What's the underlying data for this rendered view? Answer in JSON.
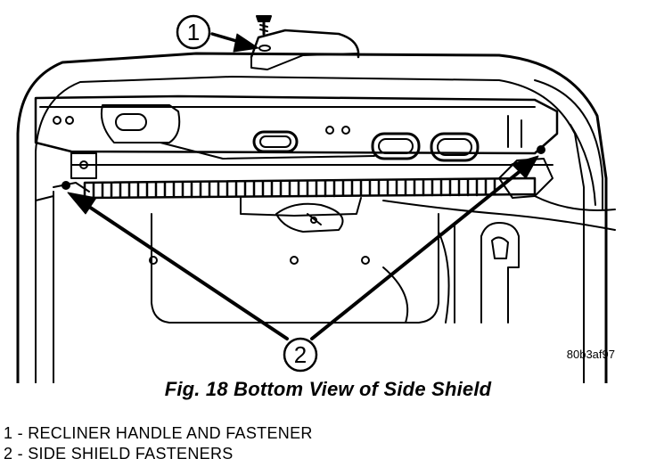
{
  "callouts": [
    {
      "number": "1"
    },
    {
      "number": "2"
    }
  ],
  "drawing_code": "80b3af97",
  "caption": "Fig. 18 Bottom View of Side Shield",
  "legend": [
    {
      "text": "1 - RECLINER HANDLE AND FASTENER"
    },
    {
      "text": "2 - SIDE SHIELD FASTENERS"
    }
  ]
}
